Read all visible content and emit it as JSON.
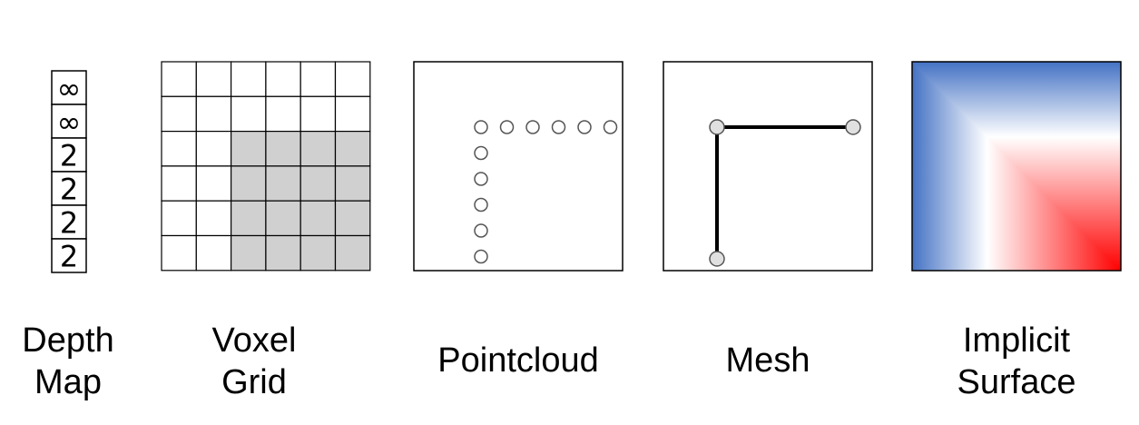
{
  "panels": [
    {
      "id": "depth-map",
      "caption_lines": [
        "Depth",
        "Map"
      ]
    },
    {
      "id": "voxel-grid",
      "caption_lines": [
        "Voxel",
        "Grid"
      ]
    },
    {
      "id": "pointcloud",
      "caption_lines": [
        "Pointcloud"
      ]
    },
    {
      "id": "mesh",
      "caption_lines": [
        "Mesh"
      ]
    },
    {
      "id": "implicit-surface",
      "caption_lines": [
        "Implicit",
        "Surface"
      ]
    }
  ],
  "depth_map": {
    "values": [
      "∞",
      "∞",
      "2",
      "2",
      "2",
      "2"
    ]
  },
  "voxel_grid": {
    "rows": 6,
    "cols": 6,
    "occupied": [
      [
        0,
        0,
        0,
        0,
        0,
        0
      ],
      [
        0,
        0,
        0,
        0,
        0,
        0
      ],
      [
        0,
        0,
        1,
        1,
        1,
        1
      ],
      [
        0,
        0,
        1,
        1,
        1,
        1
      ],
      [
        0,
        0,
        1,
        1,
        1,
        1
      ],
      [
        0,
        0,
        1,
        1,
        1,
        1
      ]
    ]
  },
  "colors": {
    "occupied_fill": "#d0d0d0",
    "point_fill": "#e0e0e0",
    "implicit_negative": "#4472c4",
    "implicit_zero": "#ffffff",
    "implicit_positive": "#ff0000"
  }
}
